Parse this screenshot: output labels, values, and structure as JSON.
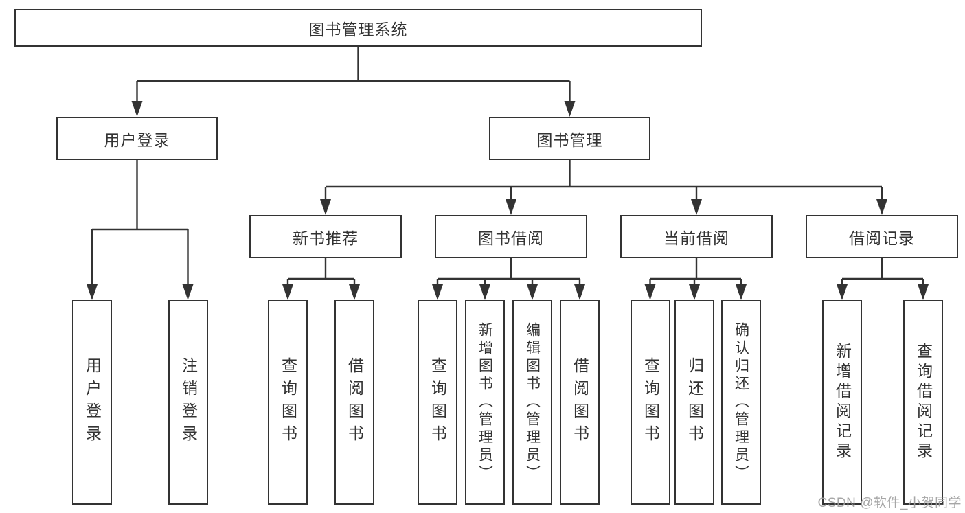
{
  "colors": {
    "line": "#333333",
    "box_border": "#333333",
    "text": "#333333",
    "watermark": "#9e9e9e",
    "background": "#ffffff"
  },
  "diagram": {
    "root": {
      "label": "图书管理系统"
    },
    "branches": [
      {
        "label": "用户登录",
        "leaves": [
          {
            "label": "用户登录"
          },
          {
            "label": "注销登录"
          }
        ]
      },
      {
        "label": "图书管理",
        "groups": [
          {
            "label": "新书推荐",
            "leaves": [
              {
                "label": "查询图书"
              },
              {
                "label": "借阅图书"
              }
            ]
          },
          {
            "label": "图书借阅",
            "leaves": [
              {
                "label": "查询图书"
              },
              {
                "label": "新增图书（管理员）"
              },
              {
                "label": "编辑图书（管理员）"
              },
              {
                "label": "借阅图书"
              }
            ]
          },
          {
            "label": "当前借阅",
            "leaves": [
              {
                "label": "查询图书"
              },
              {
                "label": "归还图书"
              },
              {
                "label": "确认归还（管理员）"
              }
            ]
          },
          {
            "label": "借阅记录",
            "leaves": [
              {
                "label": "新增借阅记录"
              },
              {
                "label": "查询借阅记录"
              }
            ]
          }
        ]
      }
    ]
  },
  "watermark": {
    "text": "CSDN @软件_小贺同学"
  }
}
